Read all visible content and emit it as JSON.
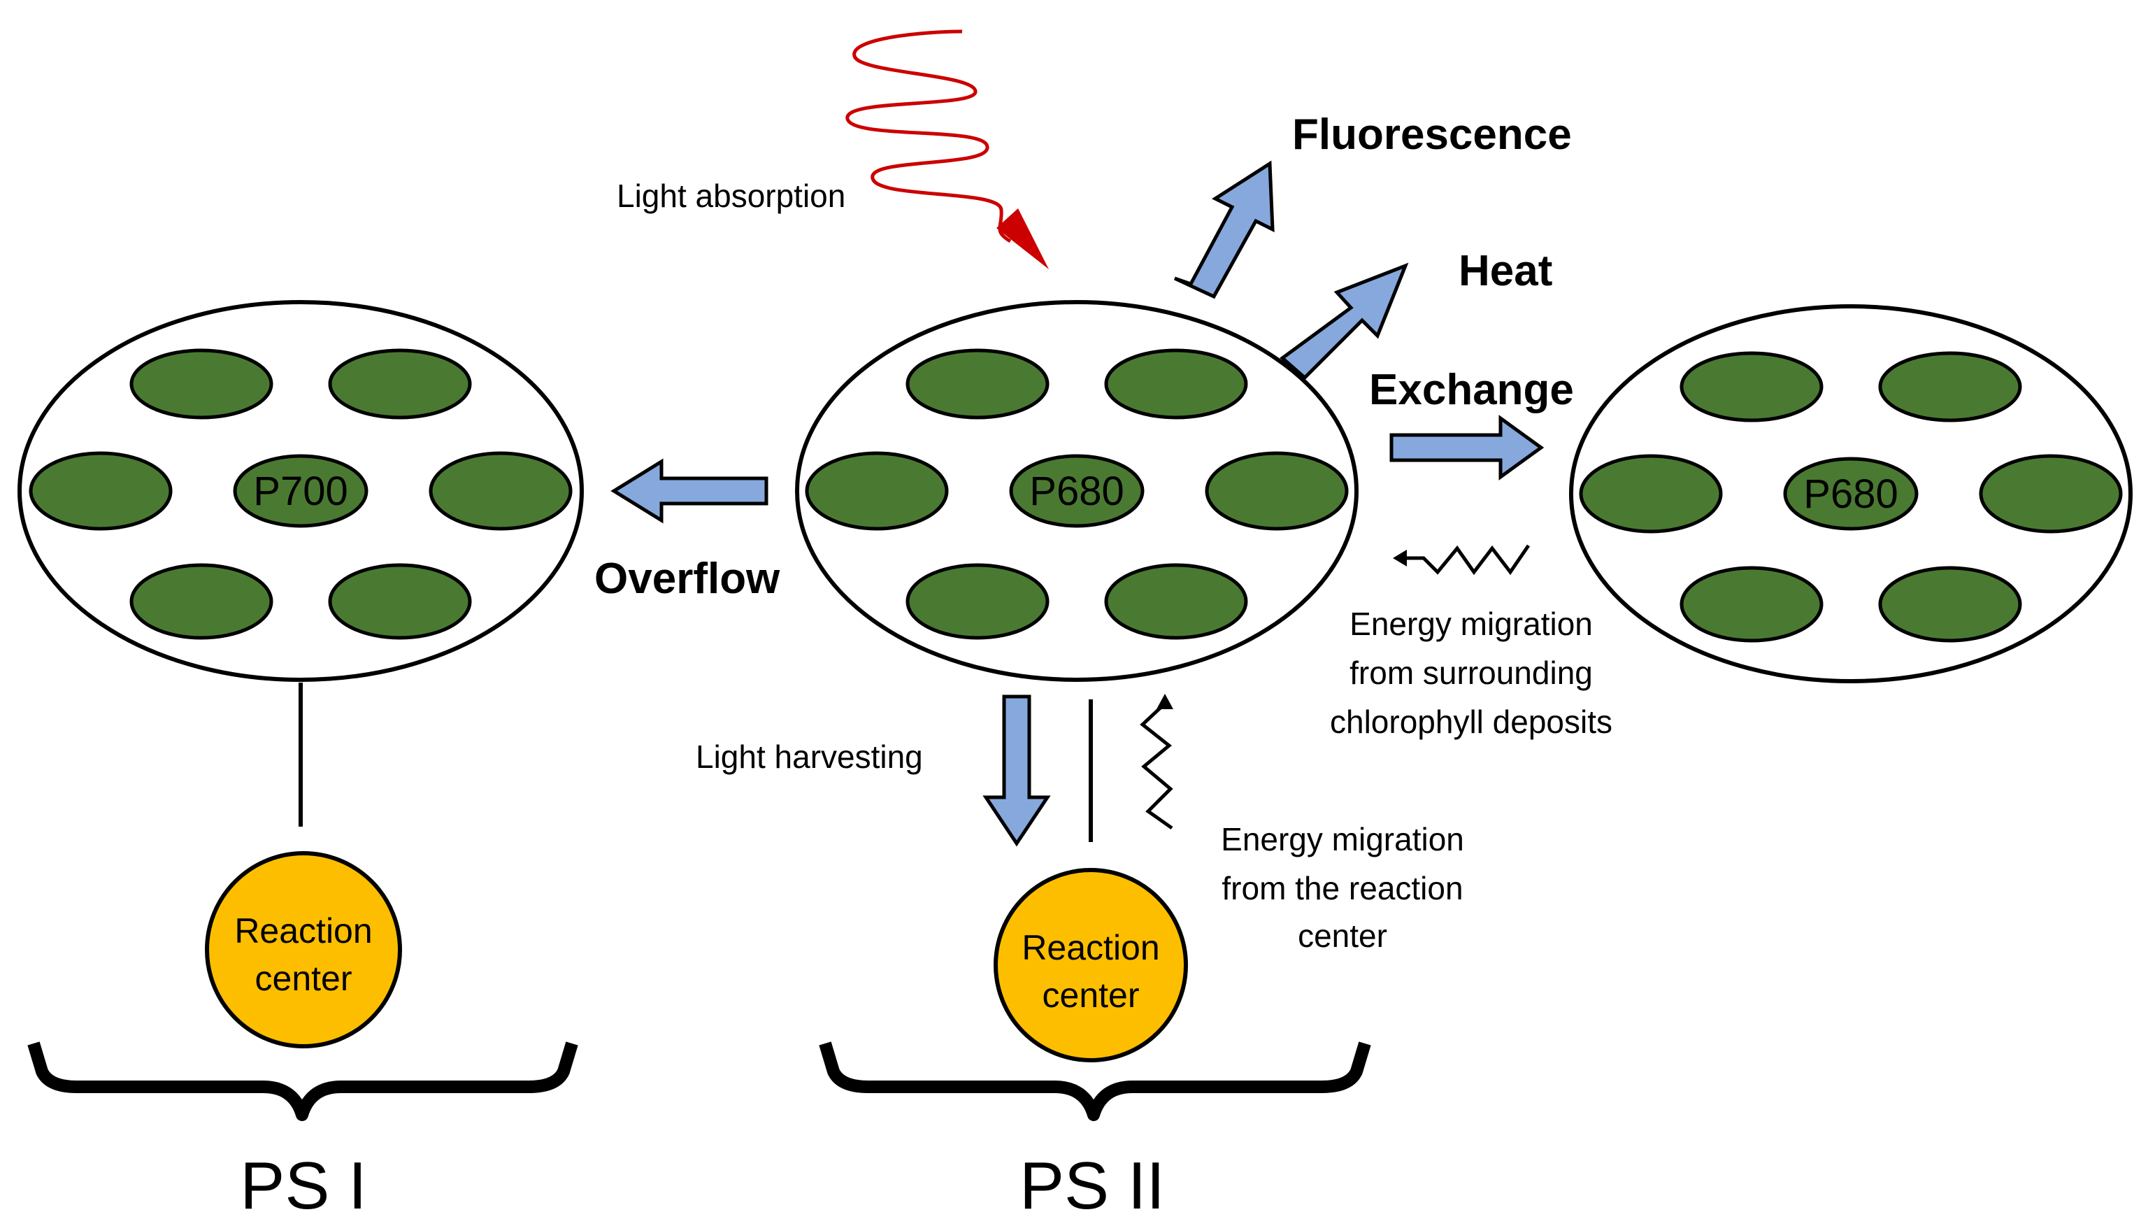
{
  "labels": {
    "light_absorption": "Light absorption",
    "fluorescence": "Fluorescence",
    "heat": "Heat",
    "exchange": "Exchange",
    "overflow": "Overflow",
    "light_harvesting": "Light harvesting",
    "energy_migration_surrounding": [
      "Energy migration",
      "from surrounding",
      "chlorophyll deposits"
    ],
    "energy_migration_reaction_center": [
      "Energy migration",
      "from the reaction",
      "center"
    ]
  },
  "photosystems": [
    {
      "name": "PS I",
      "center_label": "P700",
      "reaction_center": [
        "Reaction",
        "center"
      ]
    },
    {
      "name": "PS II",
      "center_label": "P680",
      "reaction_center": [
        "Reaction",
        "center"
      ]
    }
  ],
  "neighbor_complex": {
    "center_label": "P680"
  },
  "colors": {
    "chlorophyll": "#4a7a31",
    "reaction_center": "#fdbe00",
    "arrow_fill": "#86a8dc",
    "light_wave": "#cc0000",
    "outline": "#000000"
  }
}
